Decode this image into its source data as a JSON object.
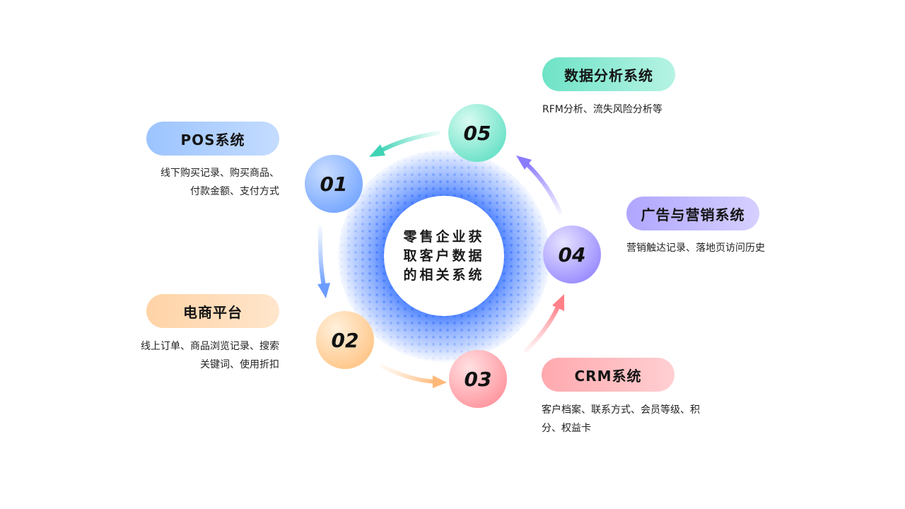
{
  "center": {
    "title": "零售企业获取客户数据的相关系统"
  },
  "colors": {
    "blue": "#8ab6ff",
    "orange": "#ffcc9a",
    "red": "#ff9aa0",
    "purple": "#9b8cff",
    "teal": "#5fe0c6"
  },
  "systems": [
    {
      "num": "01",
      "name": "POS系统",
      "desc": [
        "线下购买记录、购买商品、",
        "付款金额、支付方式"
      ]
    },
    {
      "num": "02",
      "name": "电商平台",
      "desc": [
        "线上订单、商品浏览记录、搜索",
        "关键词、使用折扣"
      ]
    },
    {
      "num": "03",
      "name": "CRM系统",
      "desc": [
        "客户档案、联系方式、会员等级、积",
        "分、权益卡"
      ]
    },
    {
      "num": "04",
      "name": "广告与营销系统",
      "desc": [
        "营销触达记录、落地页访问历史"
      ]
    },
    {
      "num": "05",
      "name": "数据分析系统",
      "desc": [
        "RFM分析、流失风险分析等"
      ]
    }
  ]
}
